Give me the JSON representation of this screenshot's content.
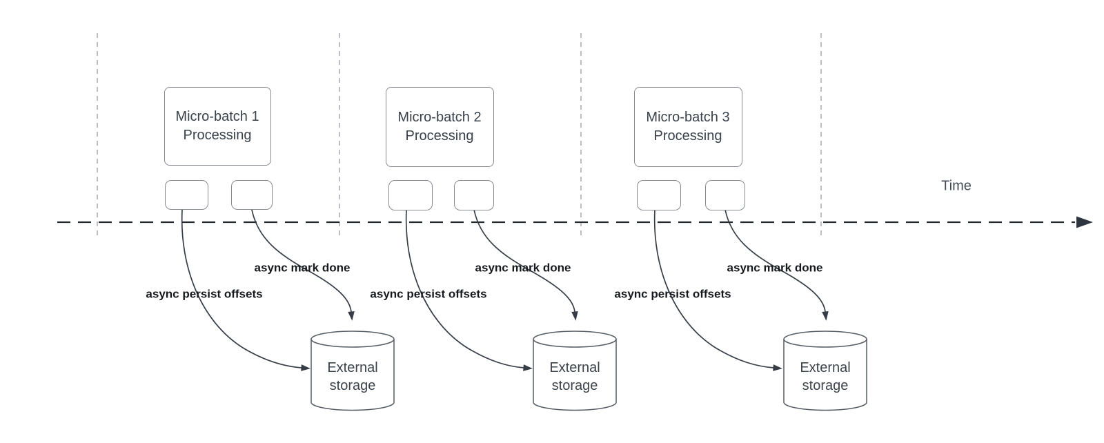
{
  "timeline": {
    "label": "Time"
  },
  "batches": [
    {
      "title": "Micro-batch 1\nProcessing",
      "persist_label": "async persist offsets",
      "done_label": "async mark done",
      "storage_label": "External\nstorage"
    },
    {
      "title": "Micro-batch 2\nProcessing",
      "persist_label": "async persist offsets",
      "done_label": "async mark done",
      "storage_label": "External\nstorage"
    },
    {
      "title": "Micro-batch 3\nProcessing",
      "persist_label": "async persist offsets",
      "done_label": "async mark done",
      "storage_label": "External\nstorage"
    }
  ]
}
